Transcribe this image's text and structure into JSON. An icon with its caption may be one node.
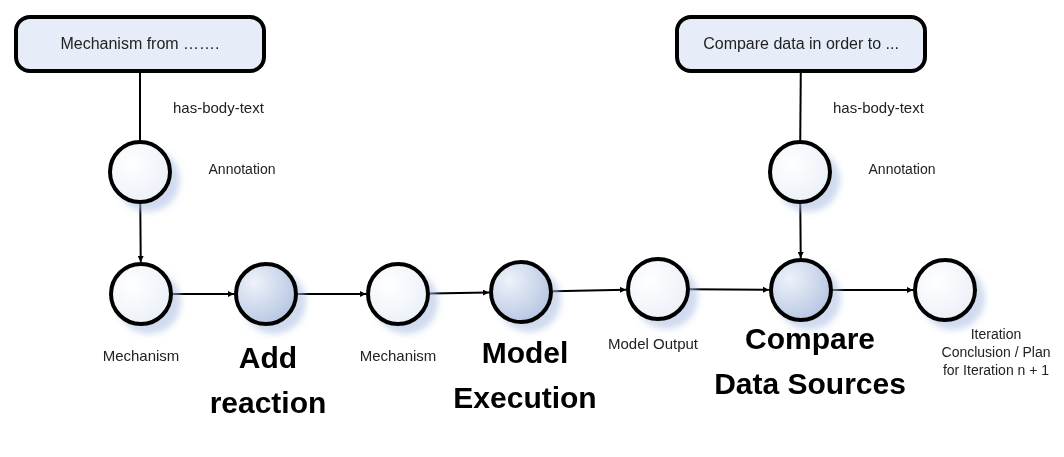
{
  "diagram": {
    "nodes": [
      {
        "text": [
          "Mechanism from ……."
        ]
      },
      {
        "text": [
          "Compare data in order to ..."
        ]
      },
      {
        "text": [],
        "shape": "circle",
        "beside": [
          "Annotation"
        ]
      },
      {
        "text": [],
        "shape": "circle",
        "beside": [
          "Annotation"
        ]
      },
      {
        "text": [],
        "shape": "circle",
        "beside": [
          "Mechanism"
        ]
      },
      {
        "text": [],
        "shape": "circle",
        "beside": [
          "Add reaction"
        ]
      },
      {
        "text": [],
        "shape": "circle",
        "beside": [
          "Mechanism"
        ]
      },
      {
        "text": [],
        "shape": "circle",
        "beside": [
          "Model Execution"
        ]
      },
      {
        "text": [],
        "shape": "circle",
        "beside": [
          "Model Output"
        ]
      },
      {
        "text": [],
        "shape": "circle",
        "beside": [
          "Compare Data Sources"
        ]
      },
      {
        "text": [],
        "shape": "circle",
        "beside": [
          "Iteration Conclusion / Plan for Iteration n + 1"
        ]
      }
    ],
    "edges": [
      {
        "from": 0,
        "to": 2,
        "arrow": "none",
        "label": "has-body-text"
      },
      {
        "from": 2,
        "to": 4,
        "arrow": "to"
      },
      {
        "from": 1,
        "to": 3,
        "arrow": "none",
        "label": "has-body-text"
      },
      {
        "from": 3,
        "to": 9,
        "arrow": "to"
      },
      {
        "from": 4,
        "to": 5,
        "arrow": "to"
      },
      {
        "from": 5,
        "to": 6,
        "arrow": "to"
      },
      {
        "from": 6,
        "to": 7,
        "arrow": "to"
      },
      {
        "from": 7,
        "to": 8,
        "arrow": "to"
      },
      {
        "from": 8,
        "to": 9,
        "arrow": "to"
      },
      {
        "from": 9,
        "to": 10,
        "arrow": "to"
      }
    ]
  }
}
